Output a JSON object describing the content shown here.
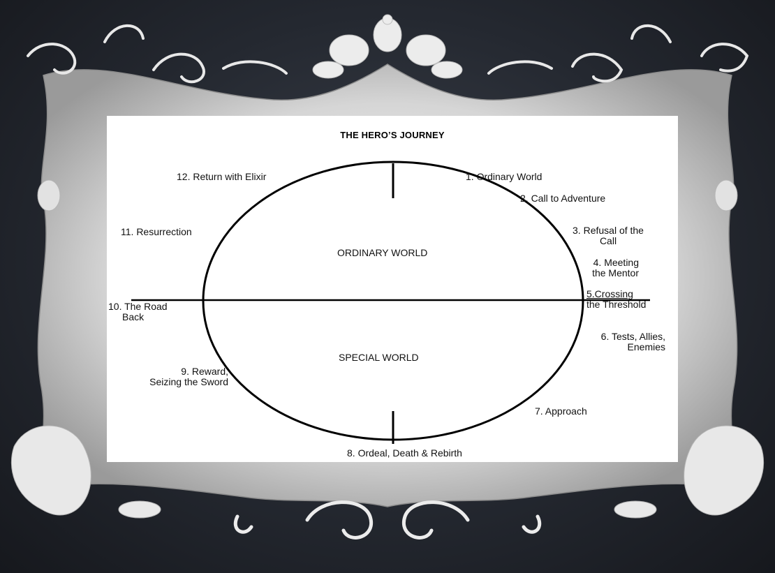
{
  "diagram": {
    "title": "THE HERO’S JOURNEY",
    "regions": {
      "upper": "ORDINARY WORLD",
      "lower": "SPECIAL WORLD"
    },
    "stages": [
      {
        "id": "s1",
        "text": "1.  Ordinary World"
      },
      {
        "id": "s2",
        "text": "2. Call to Adventure"
      },
      {
        "id": "s3",
        "lines": [
          "3. Refusal of the",
          "Call"
        ]
      },
      {
        "id": "s4",
        "lines": [
          "4. Meeting",
          "the Mentor"
        ]
      },
      {
        "id": "s5",
        "lines": [
          "5.Crossing",
          "the Threshold"
        ]
      },
      {
        "id": "s6",
        "lines": [
          "6. Tests, Allies,",
          "Enemies"
        ]
      },
      {
        "id": "s7",
        "text": "7. Approach"
      },
      {
        "id": "s8",
        "text": "8. Ordeal, Death & Rebirth"
      },
      {
        "id": "s9",
        "lines": [
          "9. Reward,",
          "Seizing the Sword"
        ]
      },
      {
        "id": "s10",
        "lines": [
          "10. The Road",
          "Back"
        ]
      },
      {
        "id": "s11",
        "text": "11. Resurrection"
      },
      {
        "id": "s12",
        "text": "12. Return with Elixir"
      }
    ]
  },
  "colors": {
    "background": "#242830",
    "frame": "#d9d9d9",
    "panel": "#ffffff",
    "ink": "#000000"
  }
}
